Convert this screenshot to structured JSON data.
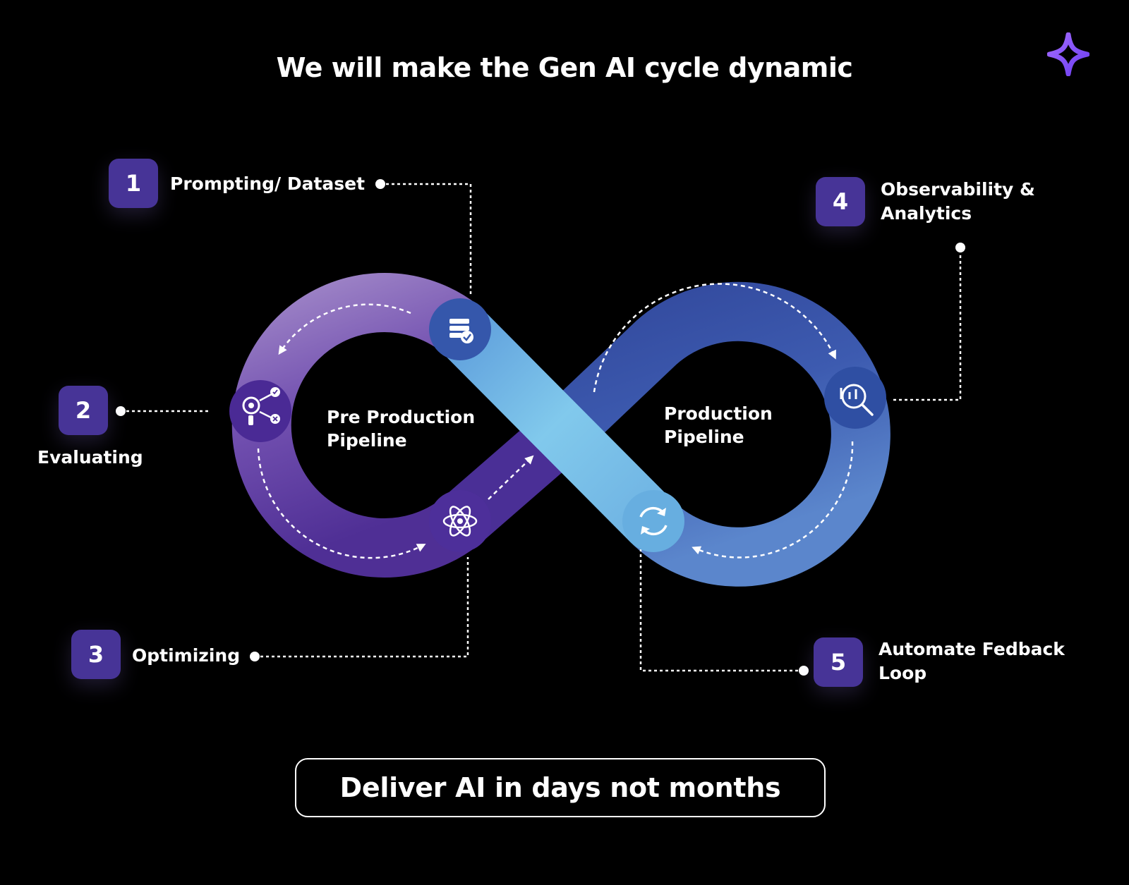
{
  "title": "We will make the Gen AI cycle dynamic",
  "logo_icon": "sparkle-star-icon",
  "colors": {
    "background": "#000000",
    "badge": "#473497",
    "purple_loop_light": "#9b80c8",
    "purple_loop_dark": "#4b2c93",
    "blue_loop": "#3a55a8",
    "crossing_band": "#7cc8ea",
    "accent": "#8b5cf6"
  },
  "pipelines": {
    "pre_production": "Pre Production\nPipeline",
    "production": "Production\nPipeline"
  },
  "steps": [
    {
      "number": "1",
      "label": "Prompting/ Dataset",
      "icon": "database-check-icon"
    },
    {
      "number": "2",
      "label": "Evaluating",
      "icon": "gear-network-icon"
    },
    {
      "number": "3",
      "label": "Optimizing",
      "icon": "atom-icon"
    },
    {
      "number": "4",
      "label": "Observability &\nAnalytics",
      "icon": "analytics-search-icon"
    },
    {
      "number": "5",
      "label": "Automate Fedback\nLoop",
      "icon": "refresh-cycle-icon"
    }
  ],
  "tagline": "Deliver AI in days not months"
}
